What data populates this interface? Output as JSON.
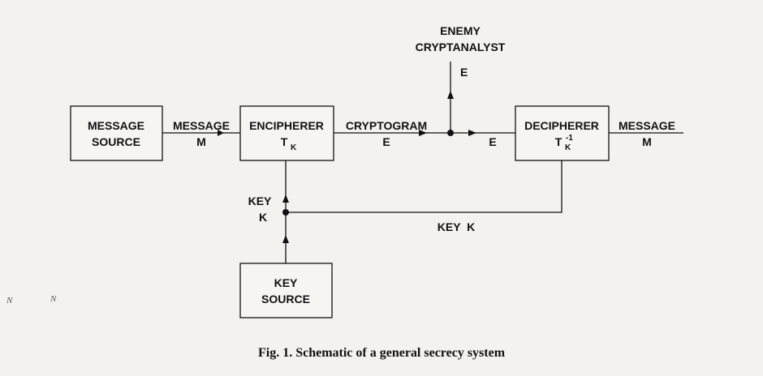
{
  "boxes": {
    "message_source": {
      "line1": "MESSAGE",
      "line2": "SOURCE"
    },
    "encipherer": {
      "line1": "ENCIPHERER",
      "symbol": "T",
      "subscript": "K"
    },
    "decipherer": {
      "line1": "DECIPHERER",
      "symbol": "T",
      "subscript": "K",
      "superscript": "-1"
    },
    "key_source": {
      "line1": "KEY",
      "line2": "SOURCE"
    }
  },
  "labels": {
    "message_in": {
      "line1": "MESSAGE",
      "line2": "M"
    },
    "cryptogram": {
      "line1": "CRYPTOGRAM",
      "line2": "E"
    },
    "e_to_decipherer": "E",
    "message_out": {
      "line1": "MESSAGE",
      "line2": "M"
    },
    "enemy": {
      "line1": "ENEMY",
      "line2": "CRYPTANALYST"
    },
    "enemy_e": "E",
    "key_vertical": {
      "line1": "KEY",
      "line2": "K"
    },
    "key_horizontal": "KEY  K"
  },
  "caption": "Fig. 1. Schematic of a general secrecy system",
  "margin_marks": {
    "left": "N",
    "small": "N"
  }
}
